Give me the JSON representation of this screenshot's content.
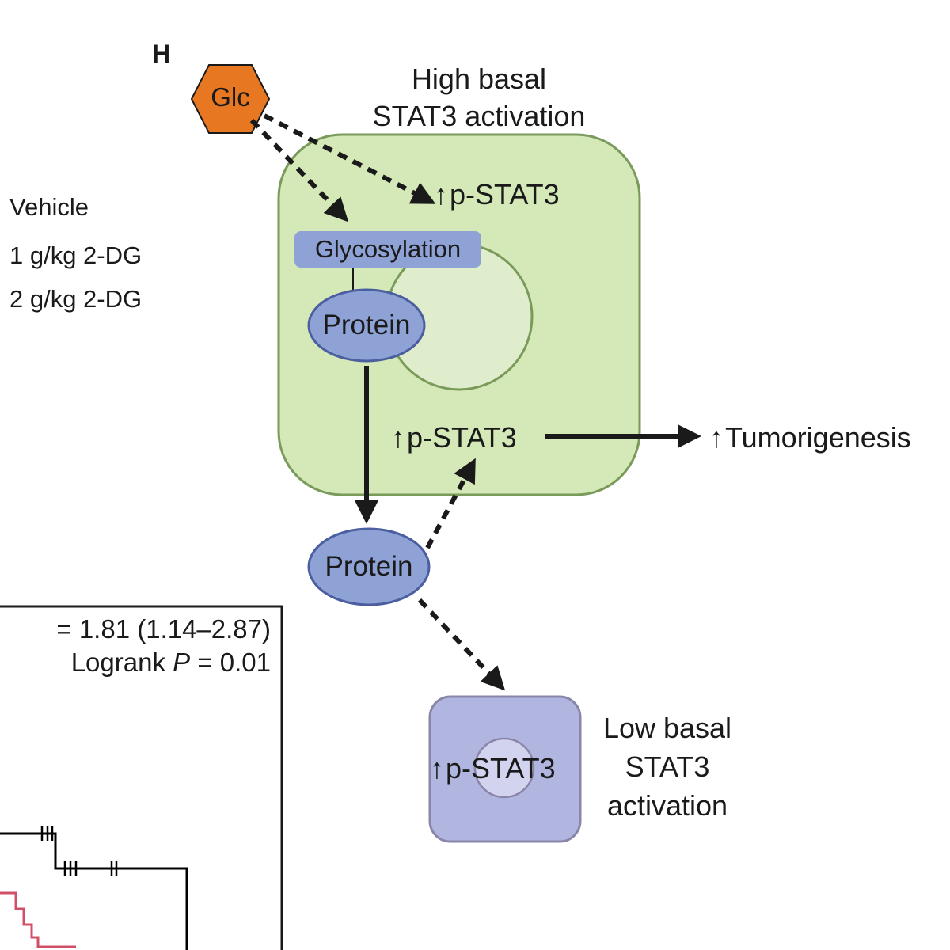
{
  "panel_letter": "H",
  "legend": {
    "items": [
      "Vehicle",
      "1 g/kg 2-DG",
      "2 g/kg 2-DG"
    ]
  },
  "glucose": {
    "label": "Glc",
    "color": "#e87722"
  },
  "high_cell": {
    "title_line1": "High basal",
    "title_line2": "STAT3 activation",
    "color": "#d5e8b8",
    "border": "#7a9a5a",
    "glycosylation_label": "Glycosylation",
    "protein_label": "Protein",
    "pstat3_top": "p-STAT3",
    "pstat3_mid": "p-STAT3"
  },
  "secreted_protein_label": "Protein",
  "tumorigenesis_label": "Tumorigenesis",
  "low_cell": {
    "title_line1": "Low basal",
    "title_line2": "STAT3",
    "title_line3": "activation",
    "pstat3": "p-STAT3",
    "color": "#b0b6e0",
    "border": "#8a86a8"
  },
  "survival_stats": {
    "hr_text": "= 1.81 (1.14–2.87)",
    "logrank_prefix": "Logrank ",
    "logrank_p": "P",
    "logrank_suffix": " = 0.01"
  },
  "up_glyph": "↑",
  "colors": {
    "protein_fill": "#8fa2d6",
    "protein_border": "#4a5ea0",
    "nucleus_fill": "#e0edcc",
    "curve_black": "#000000",
    "curve_red": "#d0506a"
  }
}
